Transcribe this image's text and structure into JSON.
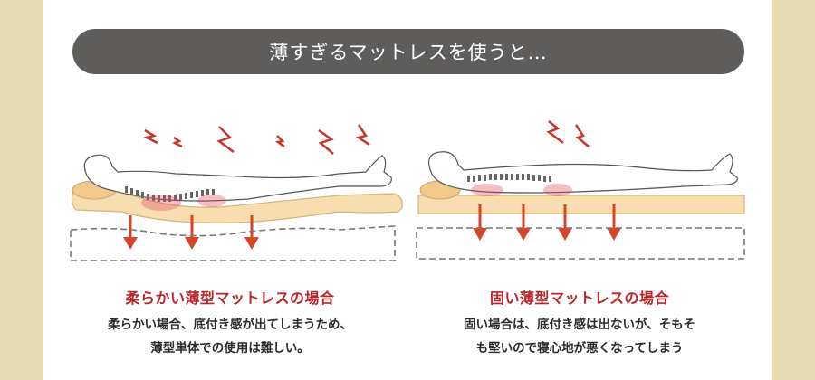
{
  "banner": {
    "title": "薄すぎるマットレスを使うと…"
  },
  "left": {
    "title": "柔らかい薄型マットレスの場合",
    "lines": [
      "柔らかい場合、底付き感が出てしまうため、",
      "薄型単体での使用は難しい。"
    ]
  },
  "right": {
    "title": "固い薄型マットレスの場合",
    "lines": [
      "固い場合は、底付き感は出ないが、そもそ",
      "も堅いので寝心地が悪くなってしまう"
    ]
  },
  "colors": {
    "background": "#e5dcb5",
    "banner": "#5f5d5c",
    "accent_red": "#b8262b",
    "mattress": "#f7ddb0",
    "arrow": "#d8442a"
  },
  "icons": [
    "pain-zigzag-icon",
    "down-arrow-icon"
  ]
}
